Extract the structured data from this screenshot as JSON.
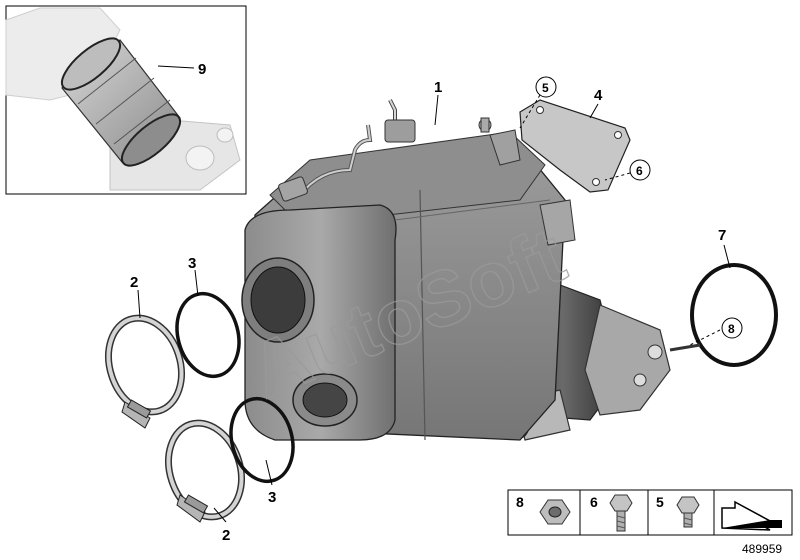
{
  "callouts": {
    "c1": "1",
    "c2_top": "2",
    "c2_bottom": "2",
    "c3_top": "3",
    "c3_bottom": "3",
    "c4": "4",
    "c5": "5",
    "c6": "6",
    "c7": "7",
    "c8": "8",
    "c9": "9"
  },
  "legend": {
    "items": [
      {
        "number": "8",
        "icon": "hex-nut-icon"
      },
      {
        "number": "6",
        "icon": "flange-bolt-icon"
      },
      {
        "number": "5",
        "icon": "hex-bolt-icon"
      },
      {
        "number": "",
        "icon": "arrow-pointer-icon"
      }
    ]
  },
  "diagram_id": "489959",
  "watermark": "AutoSoft"
}
